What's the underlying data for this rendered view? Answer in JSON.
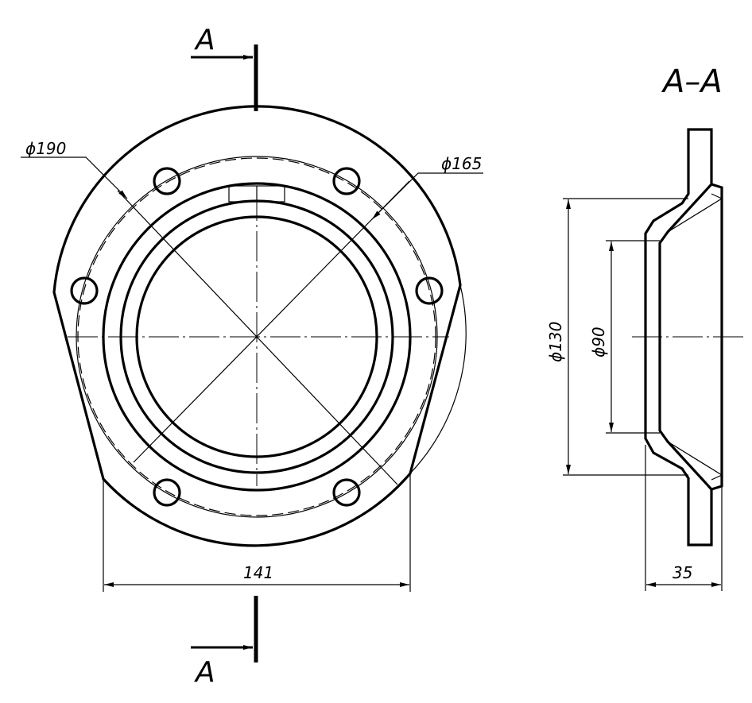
{
  "section": {
    "title": "A–A",
    "marker_top": "A",
    "marker_bottom": "A"
  },
  "dimensions": {
    "flange_diameter": "ϕ190",
    "bolt_circle": "ϕ165",
    "width": "141",
    "outer_bore": "ϕ130",
    "inner_bore": "ϕ90",
    "depth": "35"
  }
}
